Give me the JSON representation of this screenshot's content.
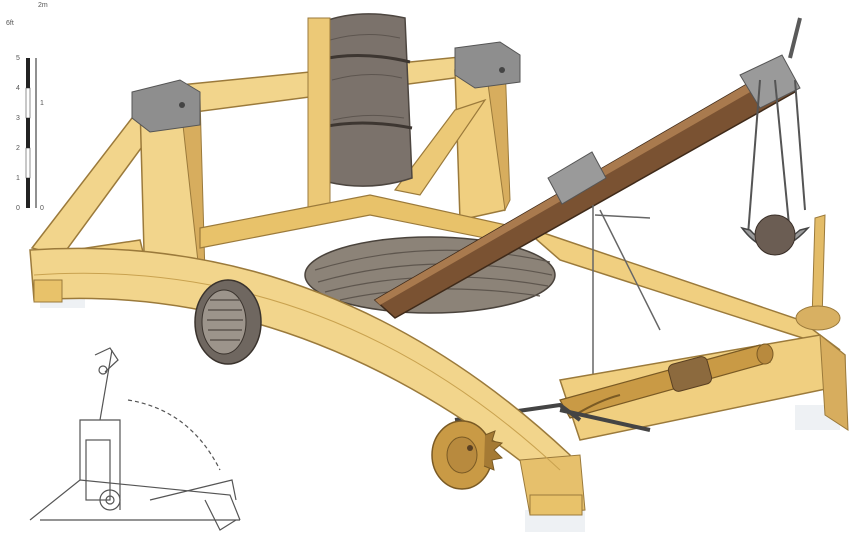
{
  "illustration": {
    "scale_bar": {
      "unit_top": "2m",
      "unit_side": "6ft",
      "feet_ticks": [
        "5",
        "4",
        "3",
        "2",
        "1",
        "0"
      ],
      "meter_ticks": [
        "1",
        "0"
      ]
    }
  },
  "colors": {
    "wood_light": "#f2d58c",
    "wood_mid": "#e8c26a",
    "wood_dark": "#c99a45",
    "arm_brown": "#7a5232",
    "rope_gray": "#8c8378",
    "metal": "#8e8e8e",
    "stone": "#7b726b"
  }
}
